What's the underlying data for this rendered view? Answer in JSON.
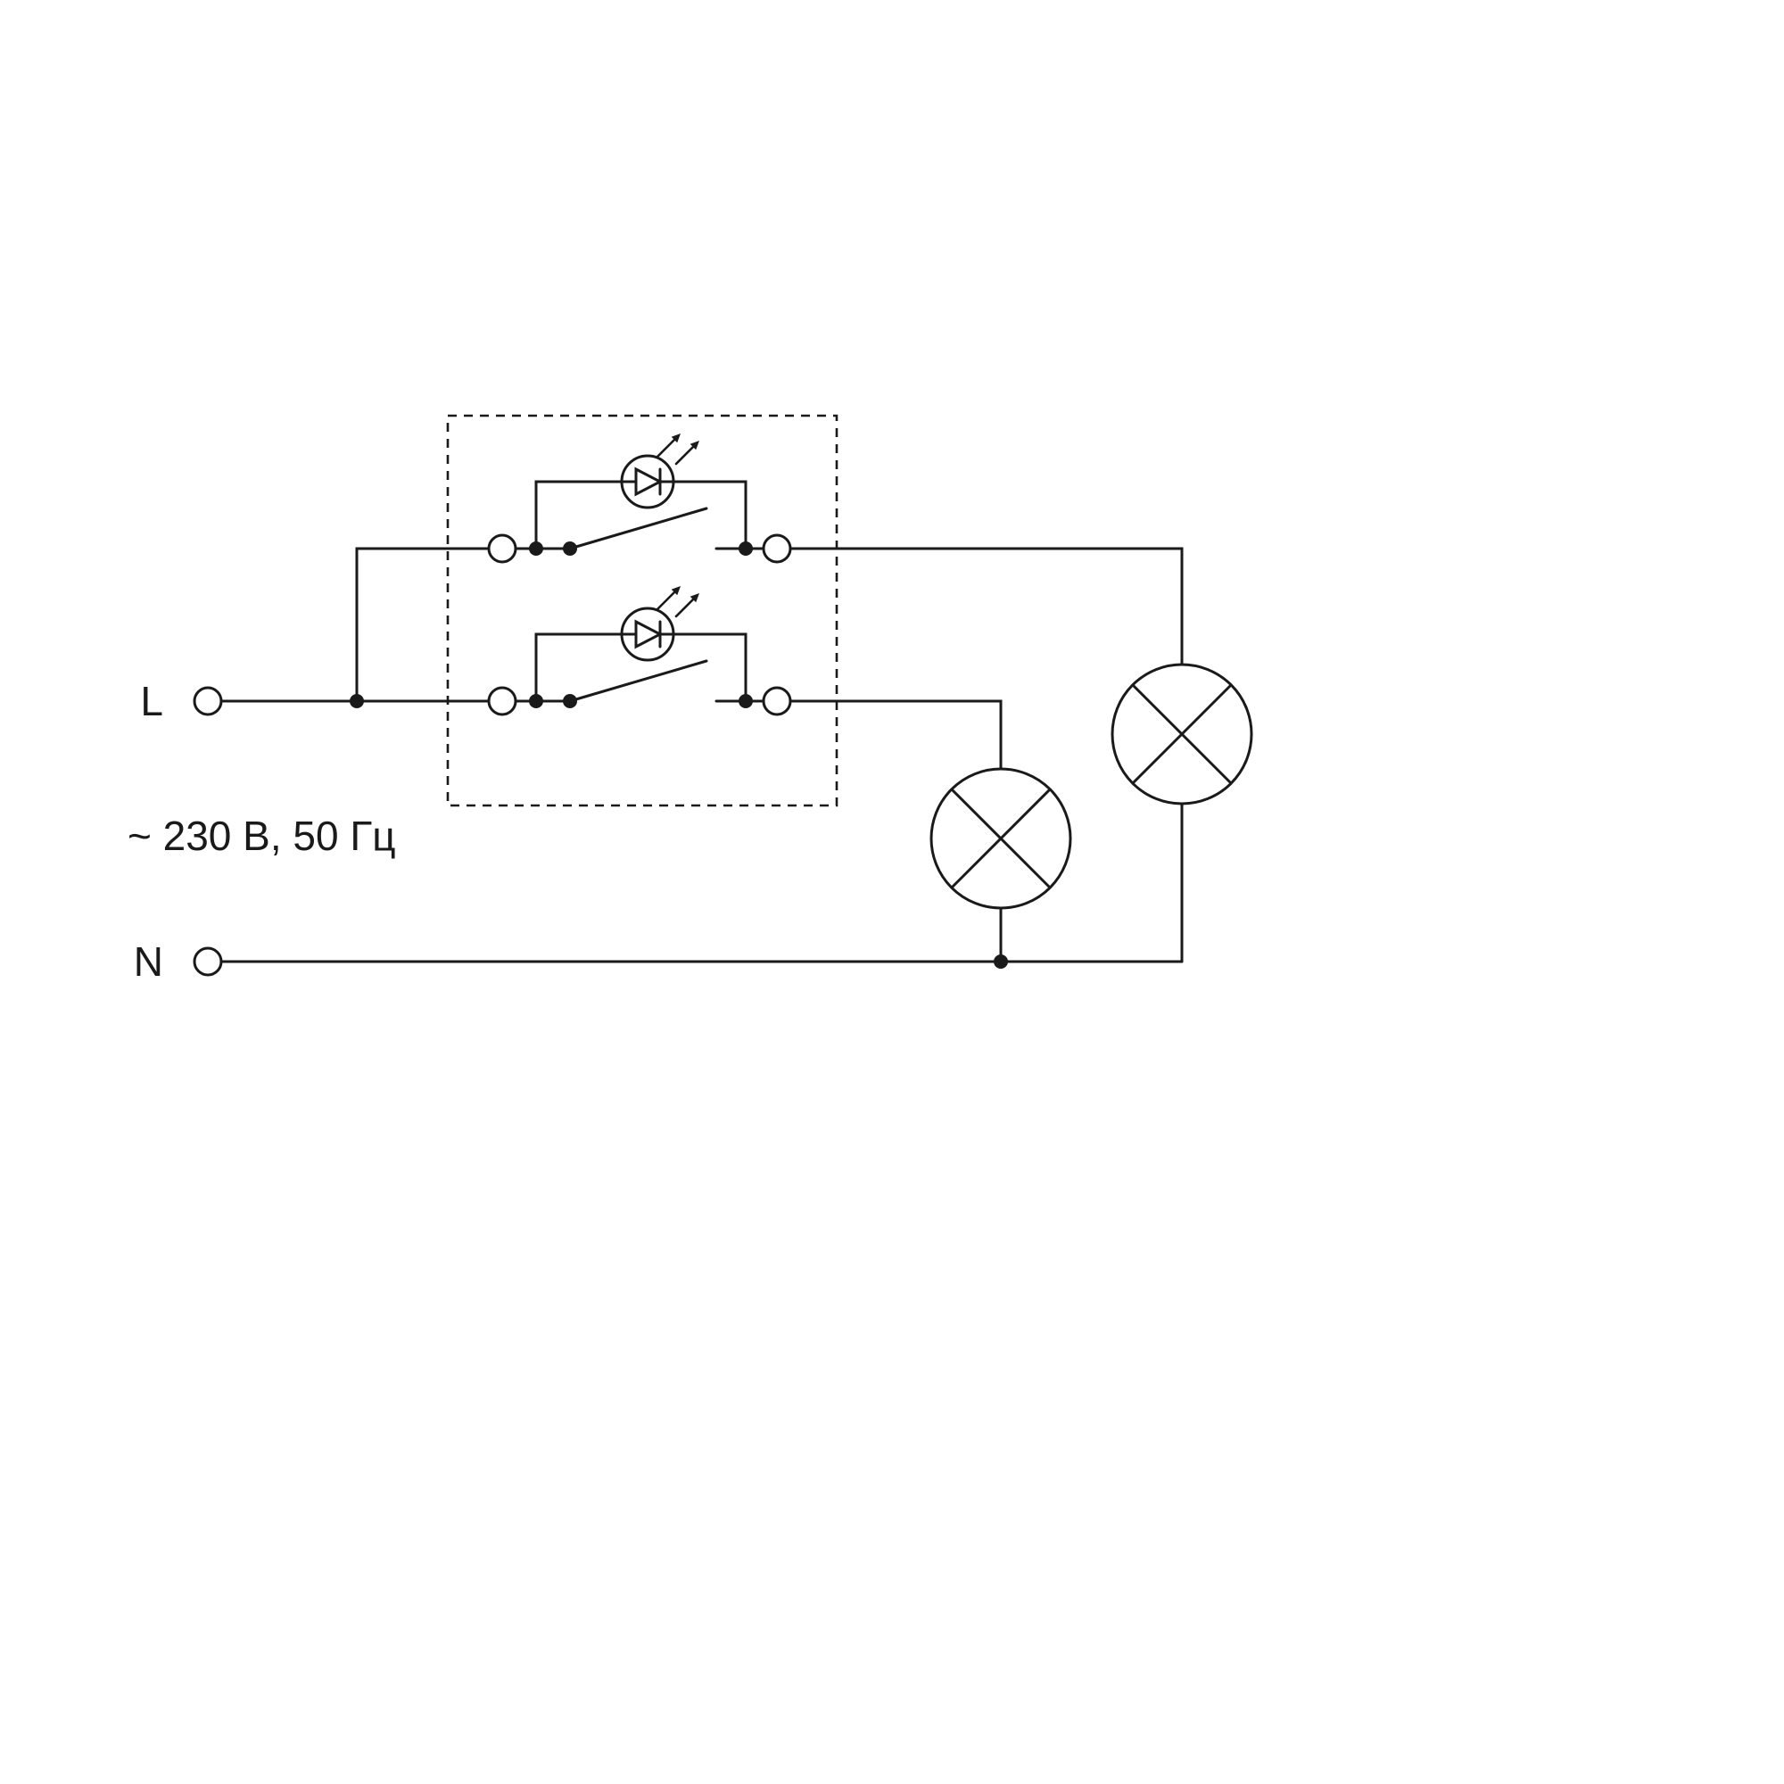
{
  "diagram": {
    "labels": {
      "line_terminal": "L",
      "neutral_terminal": "N",
      "supply_rating": "~ 230 В, 50 Гц"
    },
    "colors": {
      "line": "#1a1a1a",
      "background": "#ffffff"
    },
    "components": {
      "switch_gangs": 2,
      "indicator_leds": 2,
      "lamps": 2,
      "terminals": 2
    }
  }
}
